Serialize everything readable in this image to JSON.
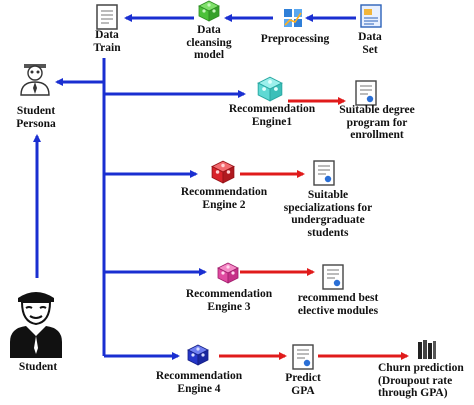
{
  "nodes": {
    "data_train": "Data\nTrain",
    "data_cleansing": "Data\ncleansing\nmodel",
    "preprocessing": "Preprocessing",
    "data_set": "Data\nSet",
    "student_persona": "Student\nPersona",
    "student": "Student",
    "engine1": "Recommendation\nEngine1",
    "engine2": "Recommendation\nEngine 2",
    "engine3": "Recommendation\nEngine 3",
    "engine4": "Recommendation\nEngine 4",
    "output1": "Suitable degree\nprogram for\nenrollment",
    "output2": "Suitable\nspecializations for\nundergraduate\nstudents",
    "output3": "recommend best\nelective modules",
    "predict_gpa": "Predict\nGPA",
    "output4": "Churn prediction\n(Droupout rate\nthrough GPA)"
  },
  "colors": {
    "flow_blue": "#1a2fd1",
    "output_red": "#e01b1b",
    "cube_green": "#4cc13a",
    "cube_cyan": "#5fd9d4",
    "cube_red": "#d8232a",
    "cube_pink": "#e04aa0",
    "cube_blue": "#2536c9"
  },
  "icons": {
    "data_train": "document-icon",
    "data_cleansing": "cube-icon",
    "preprocessing": "grid-chart-icon",
    "data_set": "dataset-document-icon",
    "student_persona": "persona-icon",
    "student": "student-avatar-icon",
    "engine": "cube-icon",
    "output": "certificate-icon",
    "output4": "books-icon"
  }
}
